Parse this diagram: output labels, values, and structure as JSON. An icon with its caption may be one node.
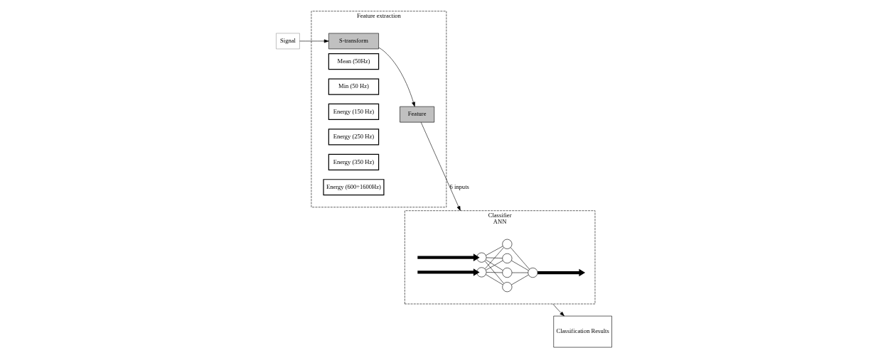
{
  "diagram": {
    "nodes": [
      {
        "text": [
          "Signal"
        ]
      },
      {
        "text": [
          "Feature extraction"
        ]
      },
      {
        "text": [
          "S-transform"
        ],
        "in": 1
      },
      {
        "text": [
          "Feature"
        ],
        "in": 1
      },
      {
        "text": [
          "Mean (50Hz)"
        ],
        "in": 1
      },
      {
        "text": [
          "Min (50 Hz)"
        ],
        "in": 1
      },
      {
        "text": [
          "Energy (150 Hz)"
        ],
        "in": 1
      },
      {
        "text": [
          "Energy (250 Hz)"
        ],
        "in": 1
      },
      {
        "text": [
          "Energy (350 Hz)"
        ],
        "in": 1
      },
      {
        "text": [
          "Energy (600÷1600Hz)"
        ],
        "in": 1
      },
      {
        "text": [
          "Classifier",
          "ANN"
        ]
      },
      {
        "text": [],
        "shape": "circle",
        "in": 10
      },
      {
        "text": [],
        "shape": "circle",
        "in": 10
      },
      {
        "text": [],
        "shape": "circle",
        "in": 10
      },
      {
        "text": [],
        "shape": "circle",
        "in": 10
      },
      {
        "text": [],
        "shape": "circle",
        "in": 10
      },
      {
        "text": [],
        "shape": "circle",
        "in": 10
      },
      {
        "text": [],
        "shape": "circle",
        "in": 10
      },
      {
        "text": [
          "Classification Results"
        ]
      }
    ],
    "edges": [
      {
        "from": 0,
        "to": 2,
        "arrow": "to"
      },
      {
        "from": 2,
        "to": 3,
        "arrow": "to"
      },
      {
        "from": 3,
        "to": 10,
        "arrow": "to",
        "label": "6 inputs"
      },
      {
        "from": null,
        "to": 11,
        "arrow": "to",
        "style": "thick"
      },
      {
        "from": null,
        "to": 12,
        "arrow": "to",
        "style": "thick"
      },
      {
        "from": 11,
        "to": 13,
        "arrow": "none"
      },
      {
        "from": 11,
        "to": 14,
        "arrow": "none"
      },
      {
        "from": 11,
        "to": 15,
        "arrow": "none"
      },
      {
        "from": 11,
        "to": 16,
        "arrow": "none"
      },
      {
        "from": 12,
        "to": 13,
        "arrow": "none"
      },
      {
        "from": 12,
        "to": 14,
        "arrow": "none"
      },
      {
        "from": 12,
        "to": 15,
        "arrow": "none"
      },
      {
        "from": 12,
        "to": 16,
        "arrow": "none"
      },
      {
        "from": 13,
        "to": 17,
        "arrow": "none"
      },
      {
        "from": 14,
        "to": 17,
        "arrow": "none"
      },
      {
        "from": 15,
        "to": 17,
        "arrow": "none"
      },
      {
        "from": 16,
        "to": 17,
        "arrow": "none"
      },
      {
        "from": 17,
        "to": null,
        "arrow": "to",
        "style": "thick"
      },
      {
        "from": 10,
        "to": 18,
        "arrow": "to"
      }
    ]
  }
}
